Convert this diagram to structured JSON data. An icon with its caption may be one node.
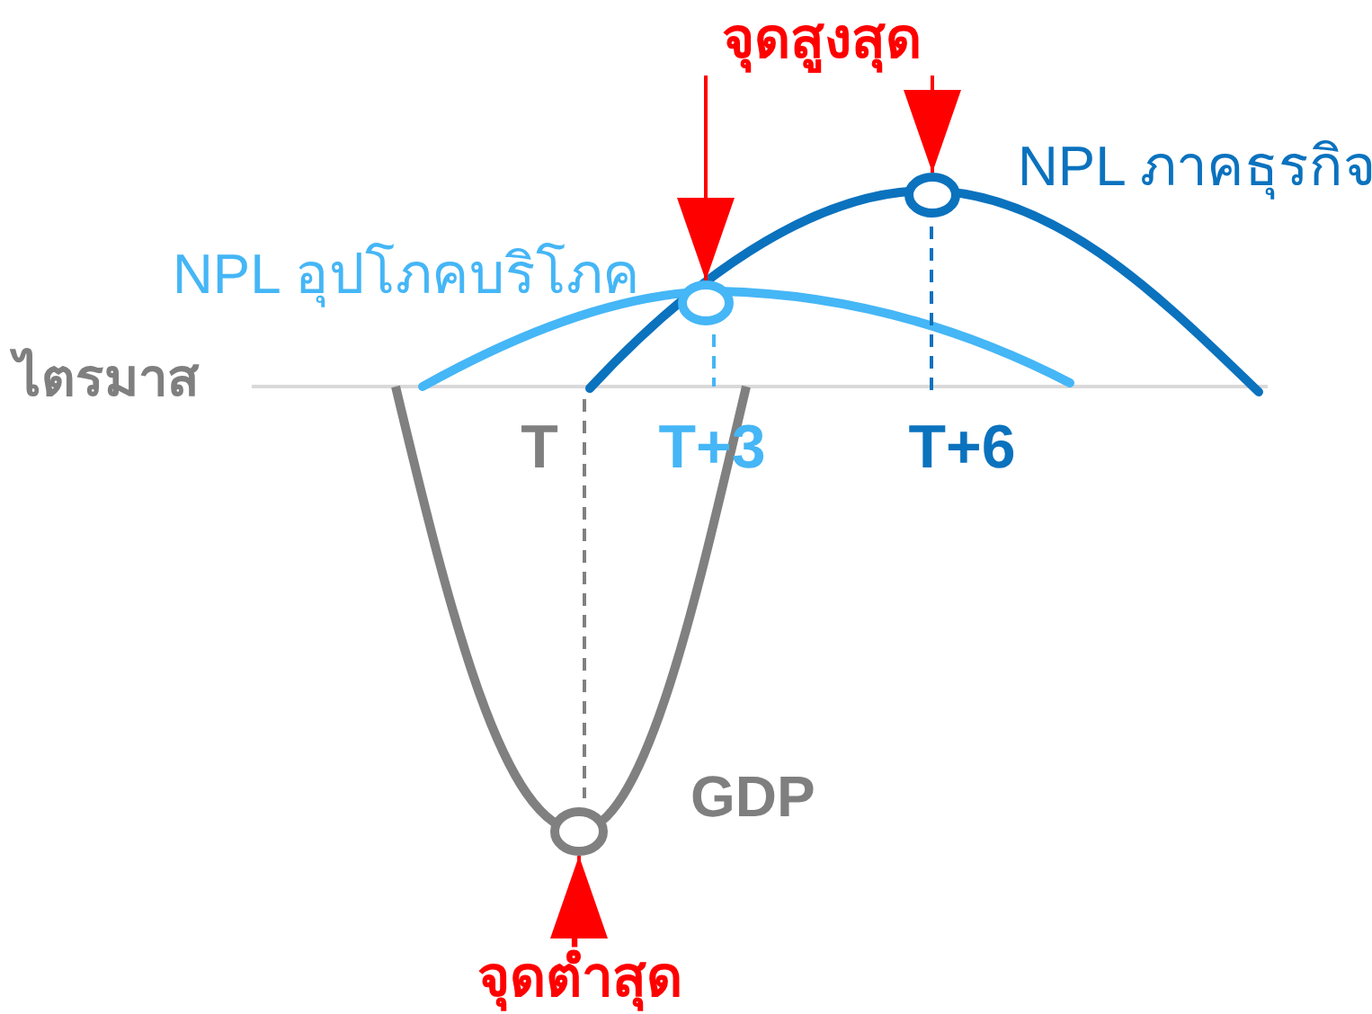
{
  "diagram": {
    "nodes": [
      {
        "text": [],
        "shape": "circle"
      },
      {
        "text": [],
        "shape": "circle"
      },
      {
        "text": [],
        "shape": "circle"
      },
      {
        "text": [
          "จุดสูงสุด"
        ]
      },
      {
        "text": [
          "จุดต่ำสุด"
        ]
      }
    ],
    "edges": [
      {
        "from": 3,
        "to": 1,
        "arrow": "to"
      },
      {
        "from": 3,
        "to": 0,
        "arrow": "to"
      },
      {
        "from": 4,
        "to": 2,
        "arrow": "to"
      }
    ],
    "labels": [
      "NPL ภาคธุรกิจ",
      "NPL อุปโภคบริโภค",
      "ไตรมาส",
      "T",
      "T+3",
      "T+6",
      "GDP"
    ]
  }
}
